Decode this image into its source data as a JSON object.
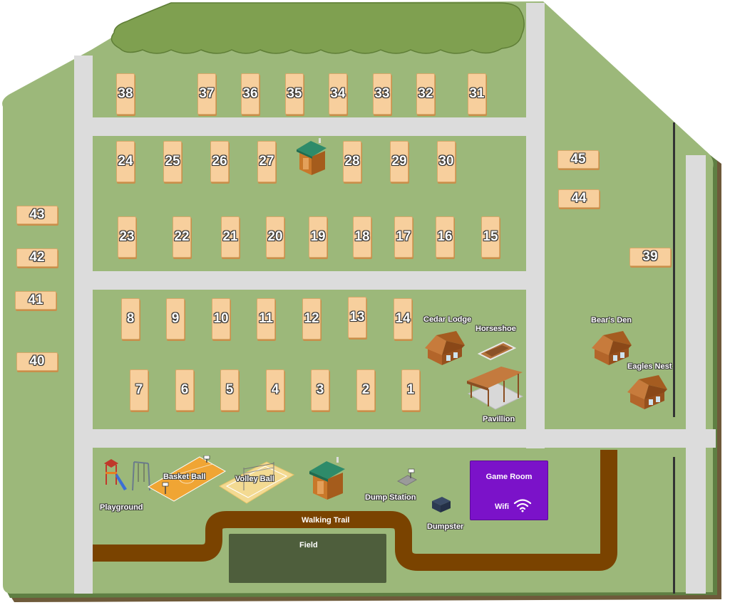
{
  "sites": {
    "s1": "1",
    "s2": "2",
    "s3": "3",
    "s4": "4",
    "s5": "5",
    "s6": "6",
    "s7": "7",
    "s8": "8",
    "s9": "9",
    "s10": "10",
    "s11": "11",
    "s12": "12",
    "s13": "13",
    "s14": "14",
    "s15": "15",
    "s16": "16",
    "s17": "17",
    "s18": "18",
    "s19": "19",
    "s20": "20",
    "s21": "21",
    "s22": "22",
    "s23": "23",
    "s24": "24",
    "s25": "25",
    "s26": "26",
    "s27": "27",
    "s28": "28",
    "s29": "29",
    "s30": "30",
    "s31": "31",
    "s32": "32",
    "s33": "33",
    "s34": "34",
    "s35": "35",
    "s36": "36",
    "s37": "37",
    "s38": "38",
    "s39": "39",
    "s40": "40",
    "s41": "41",
    "s42": "42",
    "s43": "43",
    "s44": "44",
    "s45": "45"
  },
  "labels": {
    "cedar_lodge": "Cedar Lodge",
    "horseshoe": "Horseshoe",
    "pavillion": "Pavillion",
    "bears_den": "Bear's Den",
    "eagles_nest": "Eagles Nest",
    "playground": "Playground",
    "basket_ball": "Basket Ball",
    "volley_ball": "Volley Ball",
    "dump_station": "Dump Station",
    "dumpster": "Dumpster",
    "walking_trail": "Walking Trail",
    "field": "Field",
    "game_room": "Game Room",
    "wifi": "Wifi"
  },
  "colors": {
    "grass": "#9cb87a",
    "grass_dark": "#7f9a5f",
    "road": "#dcdcdc",
    "trail": "#7a4300",
    "site": "#f7cf9d",
    "field": "#4e5e3c",
    "trees": "#7fa050",
    "game_room": "#7b12c9"
  }
}
